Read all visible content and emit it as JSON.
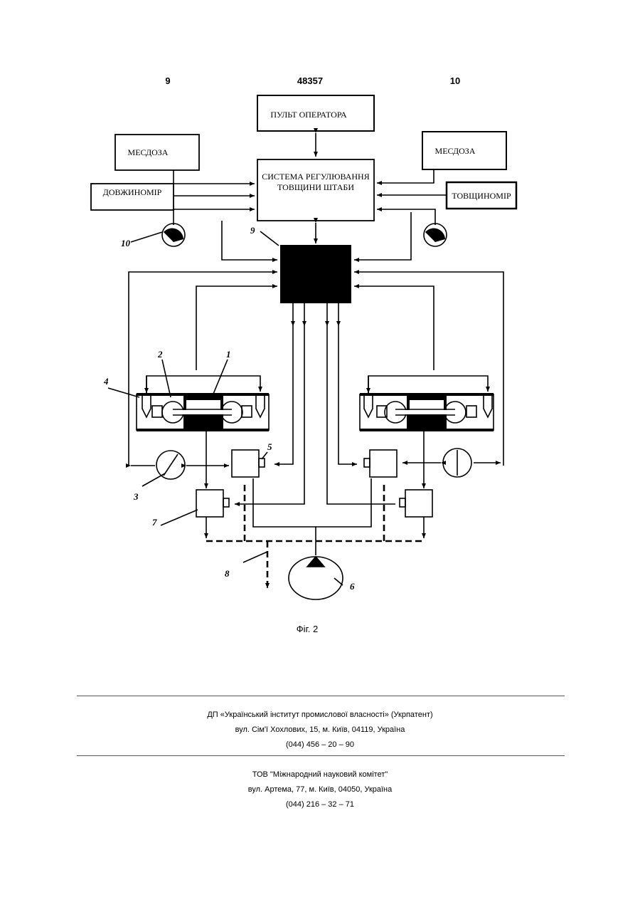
{
  "header": {
    "left_page": "9",
    "patent_no": "48357",
    "right_page": "10"
  },
  "diagram": {
    "operator_panel": "ПУЛЬТ ОПЕРАТОРА",
    "load_cell_left": "МЕСДОЗА",
    "load_cell_right": "МЕСДОЗА",
    "control_system_line1": "СИСТЕМА РЕГУЛЮВАННЯ",
    "control_system_line2": "ТОВЩИНИ ШТАБИ",
    "length_meter": "ДОВЖИНОМІР",
    "thickness_meter": "ТОВЩИНОМІР",
    "labels": {
      "n1": "1",
      "n2": "2",
      "n3": "3",
      "n4": "4",
      "n5": "5",
      "n6": "6",
      "n7": "7",
      "n8": "8",
      "n9": "9",
      "n10": "10"
    }
  },
  "caption": "Фіг. 2",
  "footer": {
    "org1_name": "ДП «Український інститут промислової власності» (Укрпатент)",
    "org1_address": "вул. Сім'ї Хохлових, 15, м. Київ, 04119, Україна",
    "org1_phone": "(044) 456 – 20 – 90",
    "org2_name": "ТОВ \"Міжнародний науковий комітет\"",
    "org2_address": "вул. Артема, 77, м. Київ, 04050, Україна",
    "org2_phone": "(044) 216 – 32 – 71"
  }
}
